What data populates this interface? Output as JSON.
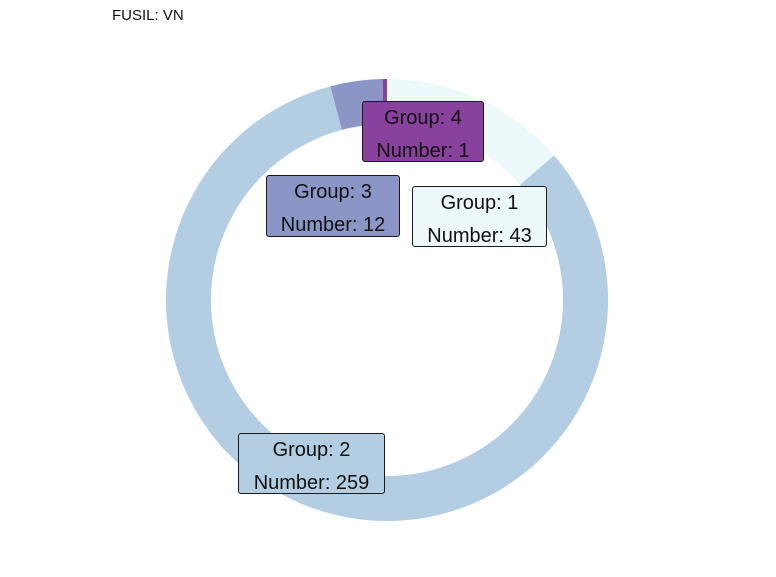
{
  "title": "FUSIL: VN",
  "chart_data": {
    "type": "pie",
    "title": "FUSIL: VN",
    "xlabel": "",
    "ylabel": "",
    "categories": [
      "1",
      "2",
      "3",
      "4"
    ],
    "values": [
      43,
      259,
      12,
      1
    ],
    "colors": [
      "#edf8fb",
      "#b3cde3",
      "#8c96c6",
      "#88419d"
    ],
    "labels": [
      {
        "group": "Group: 1",
        "number": "Number: 43"
      },
      {
        "group": "Group: 2",
        "number": "Number: 259"
      },
      {
        "group": "Group: 3",
        "number": "Number: 12"
      },
      {
        "group": "Group: 4",
        "number": "Number: 1"
      }
    ],
    "donut": true,
    "legend": "none",
    "grid": false
  }
}
